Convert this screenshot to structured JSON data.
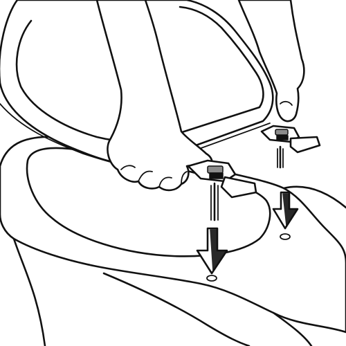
{
  "illustration": {
    "subject": "toilet-seat-hinge-installation",
    "line_color": "#111111",
    "background_color": "#ffffff",
    "steps_shown": 1,
    "arrow_count": 2,
    "hinge_count": 2
  }
}
